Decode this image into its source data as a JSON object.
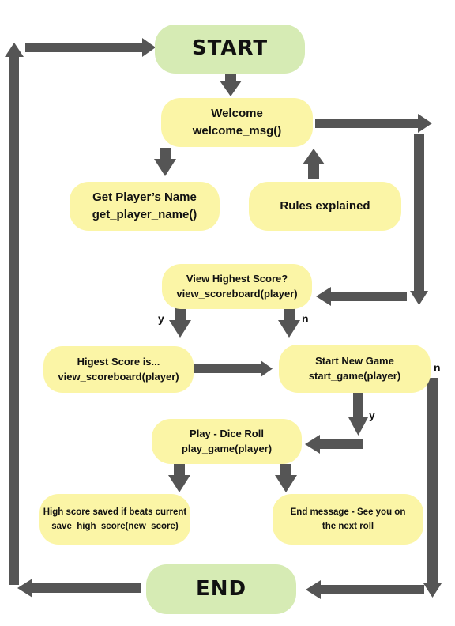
{
  "nodes": {
    "start": {
      "label": "START"
    },
    "welcome": {
      "line1": "Welcome",
      "line2": "welcome_msg()"
    },
    "player_name": {
      "line1": "Get Player’s Name",
      "line2": "get_player_name()"
    },
    "rules": {
      "line1": "Rules explained"
    },
    "view_score": {
      "line1": "View Highest Score?",
      "line2": "view_scoreboard(player)"
    },
    "highest_is": {
      "line1": "Higest Score is...",
      "line2": "view_scoreboard(player)"
    },
    "start_game": {
      "line1": "Start New Game",
      "line2": "start_game(player)"
    },
    "play": {
      "line1": "Play - Dice Roll",
      "line2": "play_game(player)"
    },
    "save_score": {
      "line1": "High score saved if beats current",
      "line2": "save_high_score(new_score)"
    },
    "end_message": {
      "line1": "End message - See you on",
      "line2": "the next roll"
    },
    "end": {
      "label": "END"
    }
  },
  "labels": {
    "yes_left": "y",
    "no_middle": "n",
    "no_right": "n",
    "yes_start": "y"
  },
  "colors": {
    "terminal_fill": "#d6ebb4",
    "process_fill": "#fbf5a6",
    "arrow": "#555555"
  }
}
